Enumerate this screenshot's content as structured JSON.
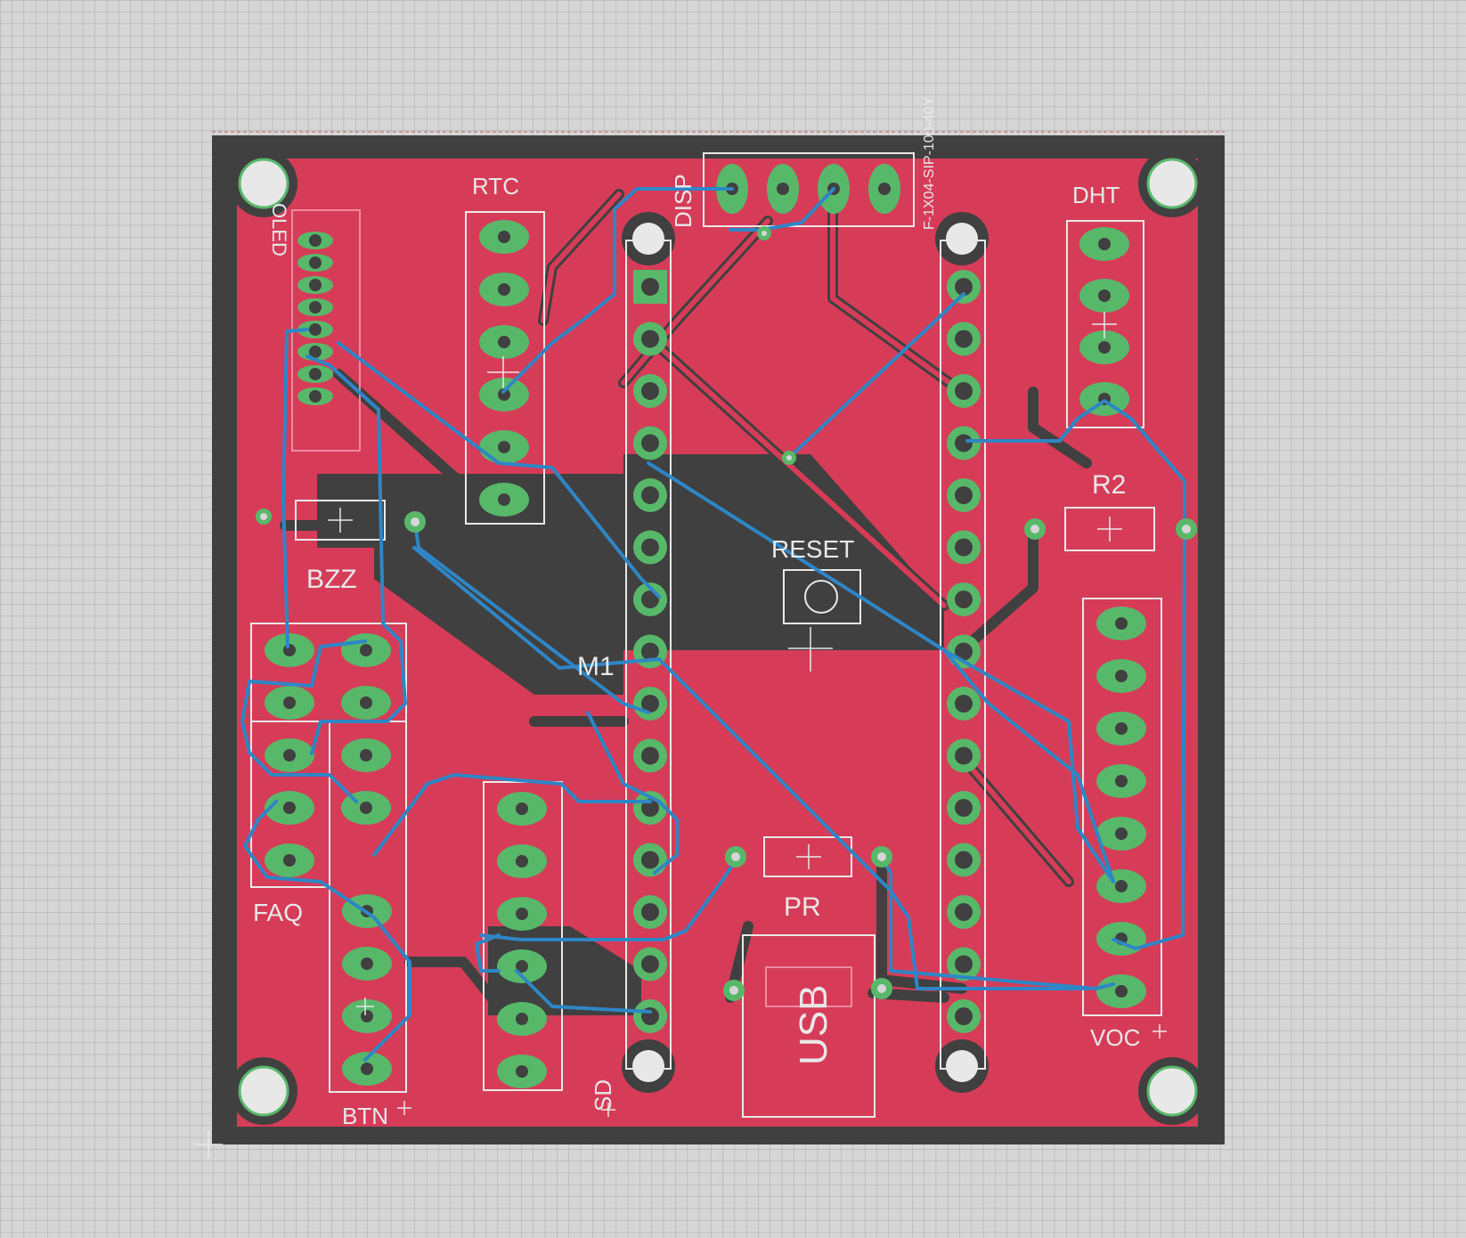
{
  "board": {
    "colors": {
      "background": "#d6d6d6",
      "grid": "#a9a9a9",
      "board_edge": "#404040",
      "top_copper": "#d63c58",
      "bottom_copper": "#2e86c6",
      "pad": "#58b86a",
      "silkscreen": "#e8e8e8"
    }
  },
  "labels": {
    "rtc": "RTC",
    "disp": "DISP",
    "disp_part": "F-1X04-SIP-100-40Y",
    "dht": "DHT",
    "r2": "R2",
    "reset": "RESET",
    "bzz": "BZZ",
    "m1": "M1",
    "faq": "FAQ",
    "btn": "BTN",
    "sd": "SD",
    "pr": "PR",
    "usb": "USB",
    "voc": "VOC",
    "oled": "OLED"
  }
}
